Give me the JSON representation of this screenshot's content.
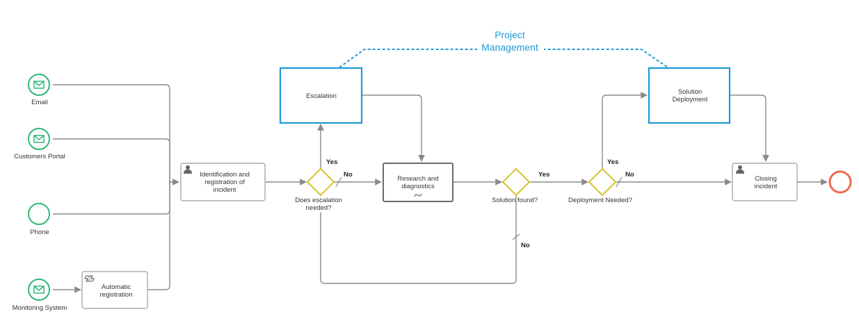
{
  "colors": {
    "start_event": "#2eb873",
    "end_event": "#ee6a4e",
    "gateway": "#d6c42a",
    "highlight": "#1c9ad6",
    "task_border": "#9a9a9a",
    "flow": "#8a8a8a"
  },
  "group": {
    "label_line1": "Project",
    "label_line2": "Management"
  },
  "events": {
    "email": {
      "label": "Email",
      "icon": "envelope-icon"
    },
    "customers_portal": {
      "label": "Customers Portal",
      "icon": "envelope-icon"
    },
    "phone": {
      "label": "Phone"
    },
    "monitoring_system": {
      "label": "Monitoring System",
      "icon": "envelope-icon"
    }
  },
  "tasks": {
    "automatic_registration": {
      "line1": "Automatic",
      "line2": "registration",
      "icon": "script-icon"
    },
    "identification": {
      "line1": "Identification and",
      "line2": "registration of",
      "line3": "incident",
      "icon": "user-icon"
    },
    "escalation": {
      "line1": "Escalation"
    },
    "research": {
      "line1": "Research and",
      "line2": "diagnostics",
      "marker": "loop-marker-icon"
    },
    "solution_deployment": {
      "line1": "Solution",
      "line2": "Deployment"
    },
    "closing": {
      "line1": "Closing",
      "line2": "incident",
      "icon": "user-icon"
    }
  },
  "gateways": {
    "escalation_needed": {
      "line1": "Does escalation",
      "line2": "needed?",
      "yes": "Yes",
      "no": "No"
    },
    "solution_found": {
      "line1": "Solution found?",
      "yes": "Yes",
      "no": "No"
    },
    "deployment_needed": {
      "line1": "Deployment Needed?",
      "yes": "Yes",
      "no": "No"
    }
  }
}
